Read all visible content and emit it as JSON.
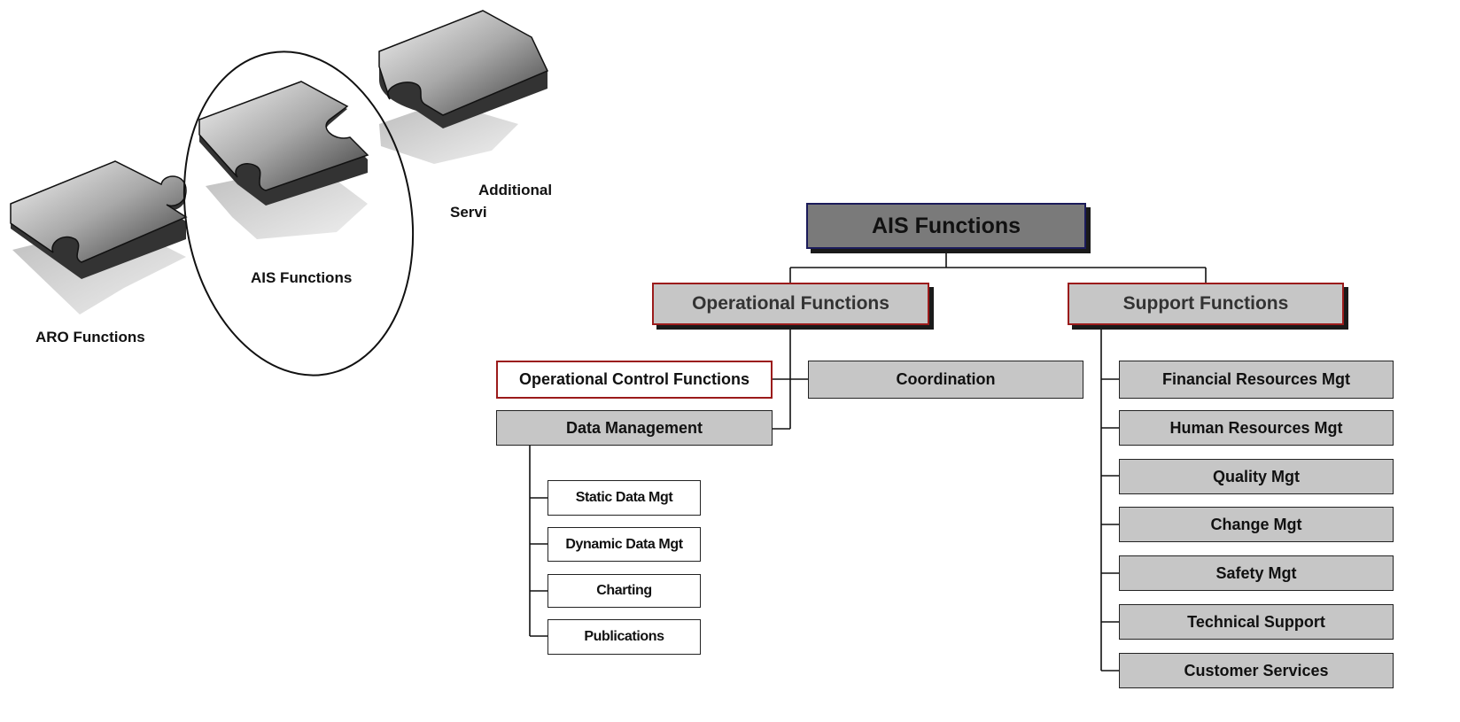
{
  "puzzle": {
    "aro_label": "ARO Functions",
    "ais_label": "AIS Functions",
    "additional_label": "Additional",
    "additional_label_2": "Servi"
  },
  "chart": {
    "root": "AIS Functions",
    "operational": "Operational Functions",
    "support": "Support Functions",
    "op_control": "Operational Control Functions",
    "coordination": "Coordination",
    "data_management": "Data Management",
    "data_items": [
      "Static Data Mgt",
      "Dynamic Data Mgt",
      "Charting",
      "Publications"
    ],
    "support_items": [
      "Financial Resources Mgt",
      "Human Resources Mgt",
      "Quality Mgt",
      "Change Mgt",
      "Safety Mgt",
      "Technical Support",
      "Customer Services"
    ]
  }
}
